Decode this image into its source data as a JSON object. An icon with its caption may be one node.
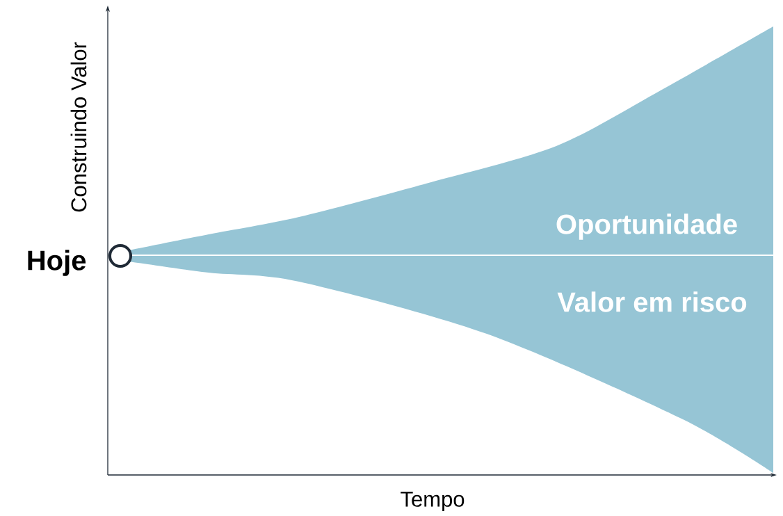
{
  "diagram": {
    "nodes": [
      {
        "text": [],
        "shape": "circle",
        "beside": [
          "Hoje"
        ]
      },
      {
        "text": [
          "Oportunidade"
        ]
      },
      {
        "text": [
          "Valor em risco"
        ]
      }
    ],
    "labels": [
      "Construindo Valor",
      "Tempo"
    ]
  }
}
